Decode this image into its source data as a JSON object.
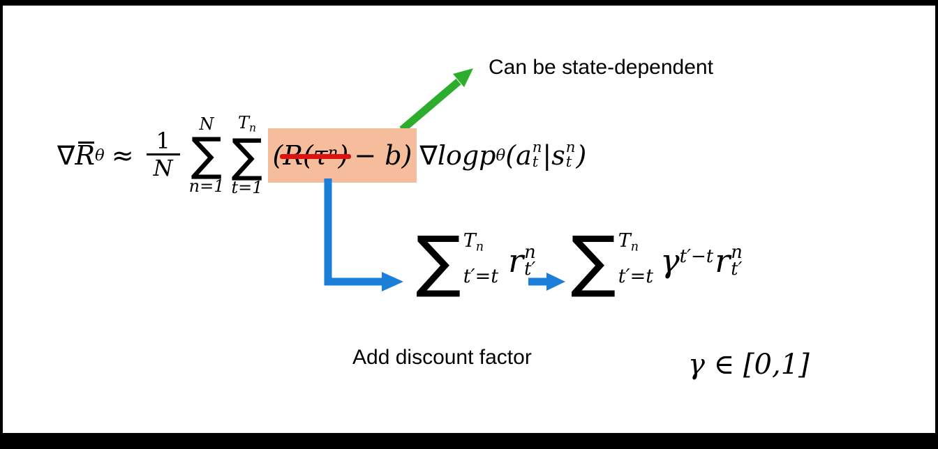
{
  "slide": {
    "annotation_state_dependent": "Can be state-dependent",
    "annotation_add_discount": "Add discount factor",
    "gamma_range": "γ ∈ [0,1]",
    "formula": {
      "nabla": "∇",
      "R": "R",
      "theta_sub": "θ",
      "approx": "≈",
      "one": "1",
      "N": "N",
      "sum_n_sigma": "∑",
      "sum_n_upper": "N",
      "sum_n_lower": "n=1",
      "sum_t_sigma": "∑",
      "sum_t_upper_T": "T",
      "sum_t_upper_sub": "n",
      "sum_t_lower": "t=1",
      "lparen": "(",
      "R_tau": "R(τ",
      "tau_sup": "n",
      "strike_close": ")",
      "minus_b": "− b)",
      "nabla2": "∇",
      "log": "log",
      "p": "p",
      "p_theta_sub": "θ",
      "lparen2": "(",
      "a": "a",
      "a_sup": "n",
      "a_sub": "t",
      "pipe": "|",
      "s": "s",
      "s_sup": "n",
      "s_sub": "t",
      "rparen2": ")"
    },
    "sum_reward": {
      "sigma": "∑",
      "upper_T": "T",
      "upper_sub": "n",
      "lower": "t′=t",
      "r": "r",
      "r_sup": "n",
      "r_sub": "t′"
    },
    "sum_discounted": {
      "sigma": "∑",
      "upper_T": "T",
      "upper_sub": "n",
      "lower": "t′=t",
      "gamma": "γ",
      "gamma_sup": "t′−t",
      "r": "r",
      "r_sup": "n",
      "r_sub": "t′"
    }
  },
  "colors": {
    "background": "#FFFFFF",
    "frame": "#000000",
    "text": "#000000",
    "highlight_fill": "#F5BD9B",
    "strike_red": "#DF1212",
    "arrow_green": "#2CAD2C",
    "arrow_blue": "#1B7FD9"
  }
}
